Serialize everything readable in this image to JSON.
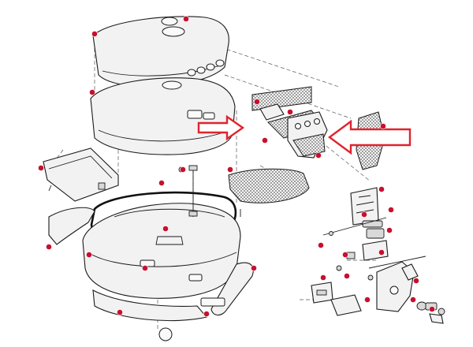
{
  "diagram": {
    "part_marker_color": "#c8102e",
    "arrow_color": "#e0232e",
    "highlight_arrows": [
      {
        "name": "arrow-left",
        "direction": "right"
      },
      {
        "name": "arrow-right",
        "direction": "left"
      }
    ],
    "part_markers": [
      {
        "id": "m-lid-top"
      },
      {
        "id": "m-lid-badge"
      },
      {
        "id": "m-upper-shell"
      },
      {
        "id": "m-tray"
      },
      {
        "id": "m-reflector-a"
      },
      {
        "id": "m-reflector-b"
      },
      {
        "id": "m-reflector-c"
      },
      {
        "id": "m-reflector-d"
      },
      {
        "id": "m-reflector-e"
      },
      {
        "id": "m-side-mesh"
      },
      {
        "id": "m-gasket"
      },
      {
        "id": "m-bolt"
      },
      {
        "id": "m-base-inner"
      },
      {
        "id": "m-base-a"
      },
      {
        "id": "m-base-b"
      },
      {
        "id": "m-rail-left"
      },
      {
        "id": "m-rail-right"
      },
      {
        "id": "m-lower-trim"
      },
      {
        "id": "m-lower-trim-b"
      },
      {
        "id": "m-bracket-a"
      },
      {
        "id": "m-bracket-b"
      },
      {
        "id": "m-bracket-c"
      },
      {
        "id": "m-bracket-d"
      },
      {
        "id": "m-bracket-e"
      },
      {
        "id": "m-bracket-f"
      },
      {
        "id": "m-bracket-g"
      },
      {
        "id": "m-lock-a"
      },
      {
        "id": "m-lock-b"
      },
      {
        "id": "m-lock-c"
      },
      {
        "id": "m-clip-a"
      },
      {
        "id": "m-clip-b"
      },
      {
        "id": "m-bottom"
      }
    ]
  }
}
